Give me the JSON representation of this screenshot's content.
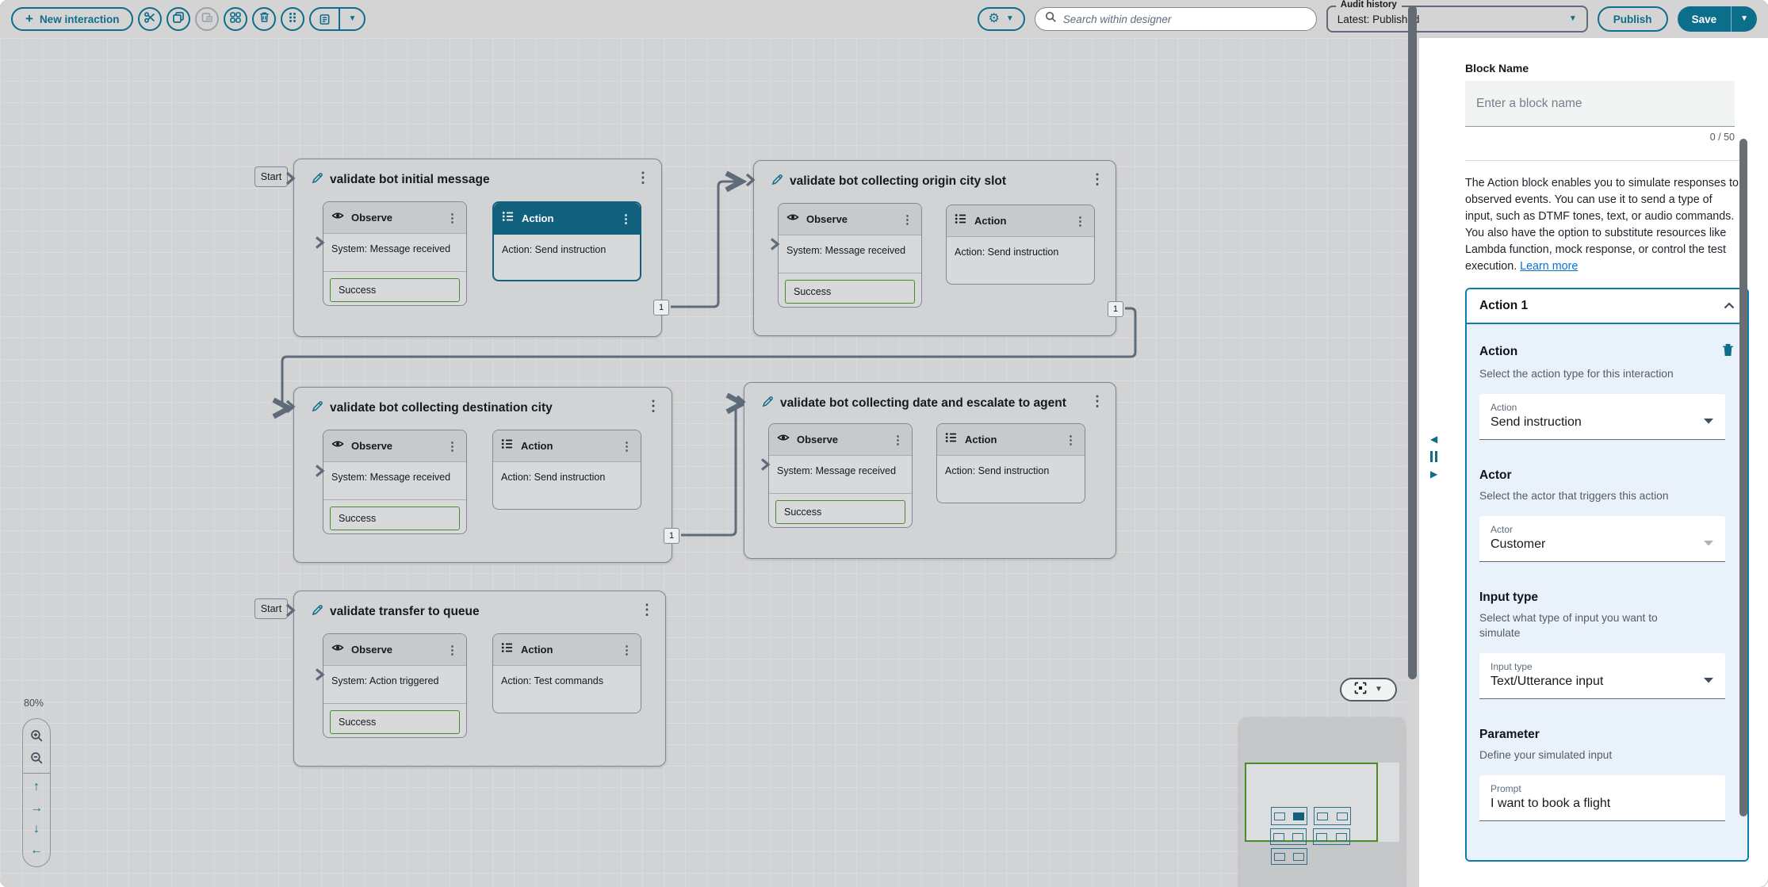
{
  "toolbar": {
    "new_interaction": "New interaction",
    "search_placeholder": "Search within designer",
    "audit_history_label": "Audit history",
    "audit_history_value": "Latest: Published",
    "publish": "Publish",
    "save": "Save"
  },
  "canvas": {
    "zoom_level": "80%",
    "start_tag": "Start",
    "blocks": [
      {
        "title": "validate bot initial message",
        "start": true,
        "observe": {
          "label": "Observe",
          "event": "System: Message received",
          "outcome": "Success"
        },
        "action": {
          "label": "Action",
          "detail": "Action: Send instruction",
          "selected": true
        },
        "port": "1"
      },
      {
        "title": "validate bot collecting origin city slot",
        "start": false,
        "observe": {
          "label": "Observe",
          "event": "System: Message received",
          "outcome": "Success"
        },
        "action": {
          "label": "Action",
          "detail": "Action: Send instruction",
          "selected": false
        },
        "port": "1"
      },
      {
        "title": "validate bot collecting destination city",
        "start": false,
        "observe": {
          "label": "Observe",
          "event": "System: Message received",
          "outcome": "Success"
        },
        "action": {
          "label": "Action",
          "detail": "Action: Send instruction",
          "selected": false
        },
        "port": "1"
      },
      {
        "title": "validate bot collecting date and escalate to agent",
        "start": false,
        "observe": {
          "label": "Observe",
          "event": "System: Message received",
          "outcome": "Success"
        },
        "action": {
          "label": "Action",
          "detail": "Action: Send instruction",
          "selected": false
        },
        "port": ""
      },
      {
        "title": "validate transfer to queue",
        "start": true,
        "observe": {
          "label": "Observe",
          "event": "System: Action triggered",
          "outcome": "Success"
        },
        "action": {
          "label": "Action",
          "detail": "Action: Test commands",
          "selected": false
        },
        "port": ""
      }
    ]
  },
  "panel": {
    "block_name_label": "Block Name",
    "block_name_placeholder": "Enter a block name",
    "char_counter": "0 / 50",
    "description": "The Action block enables you to simulate responses to observed events. You can use it to send a type of input, such as DTMF tones, text, or audio commands. You also have the option to substitute resources like Lambda function, mock response, or control the test execution. ",
    "learn_more": "Learn more",
    "accordion_title": "Action 1",
    "action_section": {
      "title": "Action",
      "description": "Select the action type for this interaction",
      "field_label": "Action",
      "field_value": "Send instruction"
    },
    "actor_section": {
      "title": "Actor",
      "description": "Select the actor that triggers this action",
      "field_label": "Actor",
      "field_value": "Customer"
    },
    "input_type_section": {
      "title": "Input type",
      "description": "Select what type of input you want to simulate",
      "field_label": "Input type",
      "field_value": "Text/Utterance input"
    },
    "parameter_section": {
      "title": "Parameter",
      "description": "Define your simulated input",
      "field_label": "Prompt",
      "field_value": "I want to book a flight"
    }
  },
  "colors": {
    "accent_teal": "#0d6e8b",
    "selected_header_teal": "#11607d",
    "success_green": "#4c8a2d",
    "connector_gray": "#5f6b7a",
    "link_blue": "#0972d3",
    "accordion_border": "#0b7dab"
  }
}
